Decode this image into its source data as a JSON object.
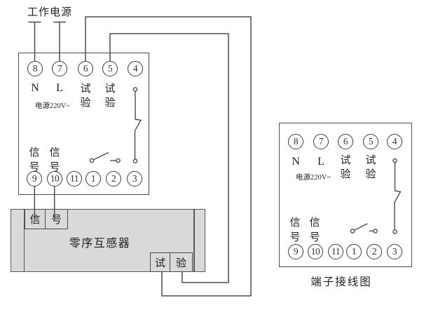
{
  "colors": {
    "line": "#4c4c4c",
    "box_fill": "#d9d9d9",
    "text": "#1f1f1f"
  },
  "power_source": {
    "label": "工作电源"
  },
  "transformer": {
    "name": "零序互感器",
    "signal_tabs": [
      "信",
      "号"
    ],
    "test_tabs": [
      "试",
      "验"
    ]
  },
  "main_unit": {
    "top_terminals": [
      "8",
      "7",
      "6",
      "5",
      "4"
    ],
    "bottom_terminals": [
      "9",
      "10",
      "11",
      "1",
      "2",
      "3"
    ],
    "labels": {
      "neutral": "N",
      "live": "L",
      "test_a": [
        "试",
        "验"
      ],
      "test_b": [
        "试",
        "验"
      ],
      "power_rating": "电源220V~",
      "signal_a": [
        "信",
        "号"
      ],
      "signal_b": [
        "信",
        "号"
      ]
    }
  },
  "terminal_unit": {
    "caption": "端子接线图",
    "top_terminals": [
      "8",
      "7",
      "6",
      "5",
      "4"
    ],
    "bottom_terminals": [
      "9",
      "10",
      "11",
      "1",
      "2",
      "3"
    ],
    "labels": {
      "neutral": "N",
      "live": "L",
      "test_a": [
        "试",
        "验"
      ],
      "test_b": [
        "试",
        "验"
      ],
      "power_rating": "电源220V~",
      "signal_a": [
        "信",
        "号"
      ],
      "signal_b": [
        "信",
        "号"
      ]
    }
  }
}
